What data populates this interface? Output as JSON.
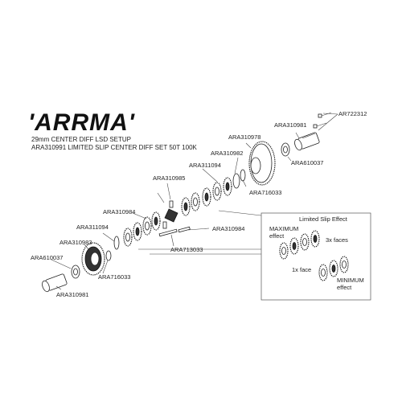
{
  "brand": {
    "logo_text": "'ARRMA'"
  },
  "header": {
    "line1": "29mm CENTER DIFF LSD SETUP",
    "line2": "ARA310991 LIMITED SLIP CENTER DIFF SET 50T 100K"
  },
  "parts": {
    "ar722312": "AR722312",
    "ara310981_top": "ARA310981",
    "ara310978": "ARA310978",
    "ara610037_top": "ARA610037",
    "ara310982": "ARA310982",
    "ara311094_top": "ARA311094",
    "ara716033_top": "ARA716033",
    "ara310985": "ARA310985",
    "ara310984_left": "ARA310984",
    "ara310984_right": "ARA310984",
    "ara311094_left": "ARA311094",
    "ara310983": "ARA310983",
    "ara713033": "ARA713033",
    "ara610037_left": "ARA610037",
    "ara716033_left": "ARA716033",
    "ara310981_bottom": "ARA310981"
  },
  "inset": {
    "title": "Limited Slip Effect",
    "max_line1": "MAXIMUM",
    "max_line2": "effect",
    "three_faces": "3x faces",
    "one_face": "1x face",
    "min_line1": "MINIMUM",
    "min_line2": "effect"
  }
}
